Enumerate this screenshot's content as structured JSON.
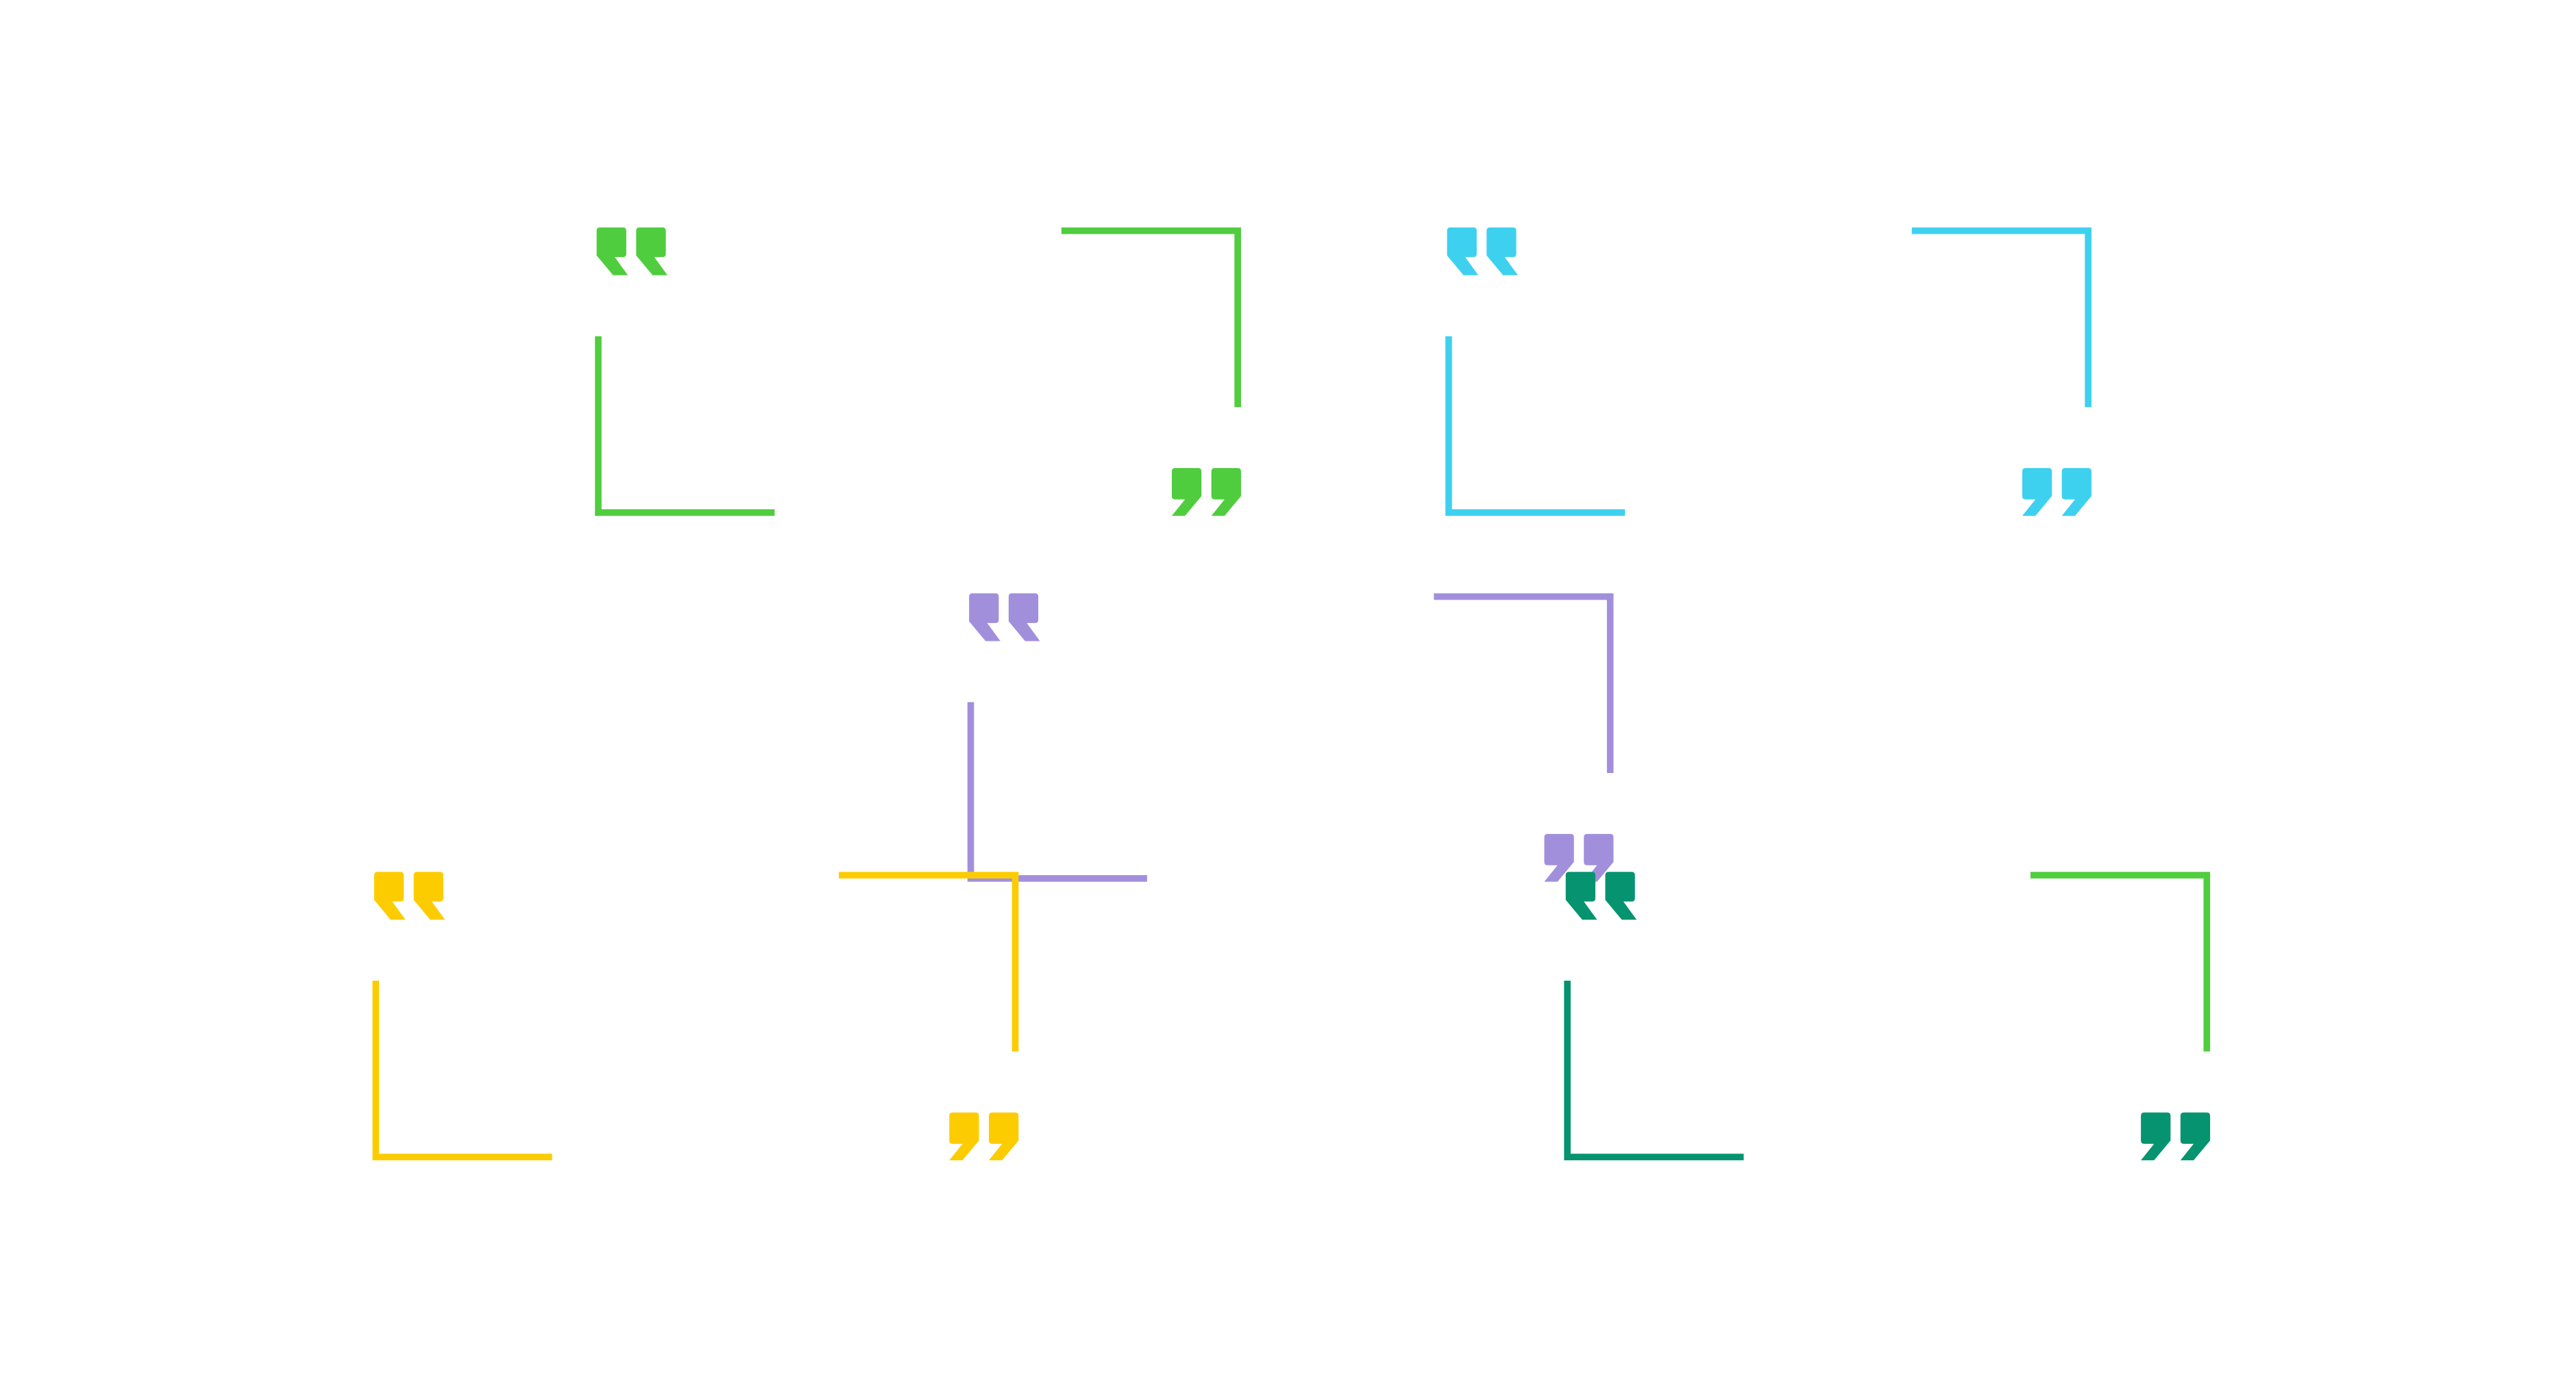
{
  "background": "#ffffff",
  "quote_frames": [
    {
      "id": "quote-frame-green",
      "open_color": "#4fcd3e",
      "frame_color": "#4fcd3e",
      "close_color": "#4fcd3e"
    },
    {
      "id": "quote-frame-cyan",
      "open_color": "#3ed1ef",
      "frame_color": "#3ed1ef",
      "close_color": "#3ed1ef"
    },
    {
      "id": "quote-frame-purple",
      "open_color": "#a28fdc",
      "frame_color": "#a28fdc",
      "close_color": "#a28fdc"
    },
    {
      "id": "quote-frame-yellow",
      "open_color": "#fccc00",
      "frame_color": "#fccc00",
      "close_color": "#fccc00"
    },
    {
      "id": "quote-frame-teal-green",
      "open_color": "#05946f",
      "frame_color": "#4fcd3e",
      "close_color": "#05946f",
      "bottom_left_color": "#05946f"
    }
  ],
  "icons": {
    "open": "open-quote-icon",
    "close": "close-quote-icon"
  }
}
